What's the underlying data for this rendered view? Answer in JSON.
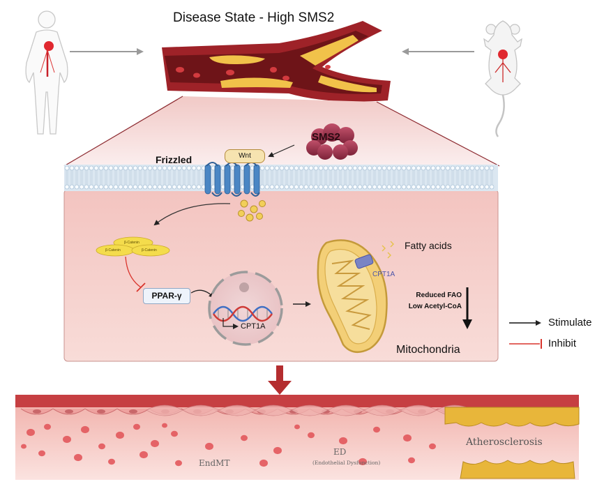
{
  "title": "Disease State - High SMS2",
  "labels": {
    "frizzled": "Frizzled",
    "wnt": "Wnt",
    "sms2": "SMS2",
    "beta_catenin": "β-Catenin",
    "ppar": "PPAR-γ",
    "cpt1a_dna": "CPT1A",
    "cpt1a_mito": "CPT1A",
    "fatty_acids": "Fatty acids",
    "reduced_fao": "Reduced FAO",
    "low_acetyl_coa": "Low Acetyl-CoA",
    "mitochondria": "Mitochondria",
    "endmt": "EndMT",
    "ed": "ED",
    "ed_full": "(Endothelial Dysfunction)",
    "atherosclerosis": "Atherosclerosis"
  },
  "legend": {
    "stimulate": "Stimulate",
    "inhibit": "Inhibit"
  },
  "colors": {
    "stimulate_arrow": "#111111",
    "inhibit_arrow": "#d9332b",
    "cell": "#f6cfcb",
    "vessel_wall": "#a3242a",
    "plaque": "#f0c24a",
    "mitochondria": "#f3cf77",
    "sms2": "#a0384f"
  },
  "icons": [
    "human-figure-icon",
    "mouse-icon",
    "artery-icon",
    "sms2-protein-icon",
    "receptor-icon",
    "dna-icon",
    "nucleus-icon",
    "mitochondria-icon"
  ]
}
